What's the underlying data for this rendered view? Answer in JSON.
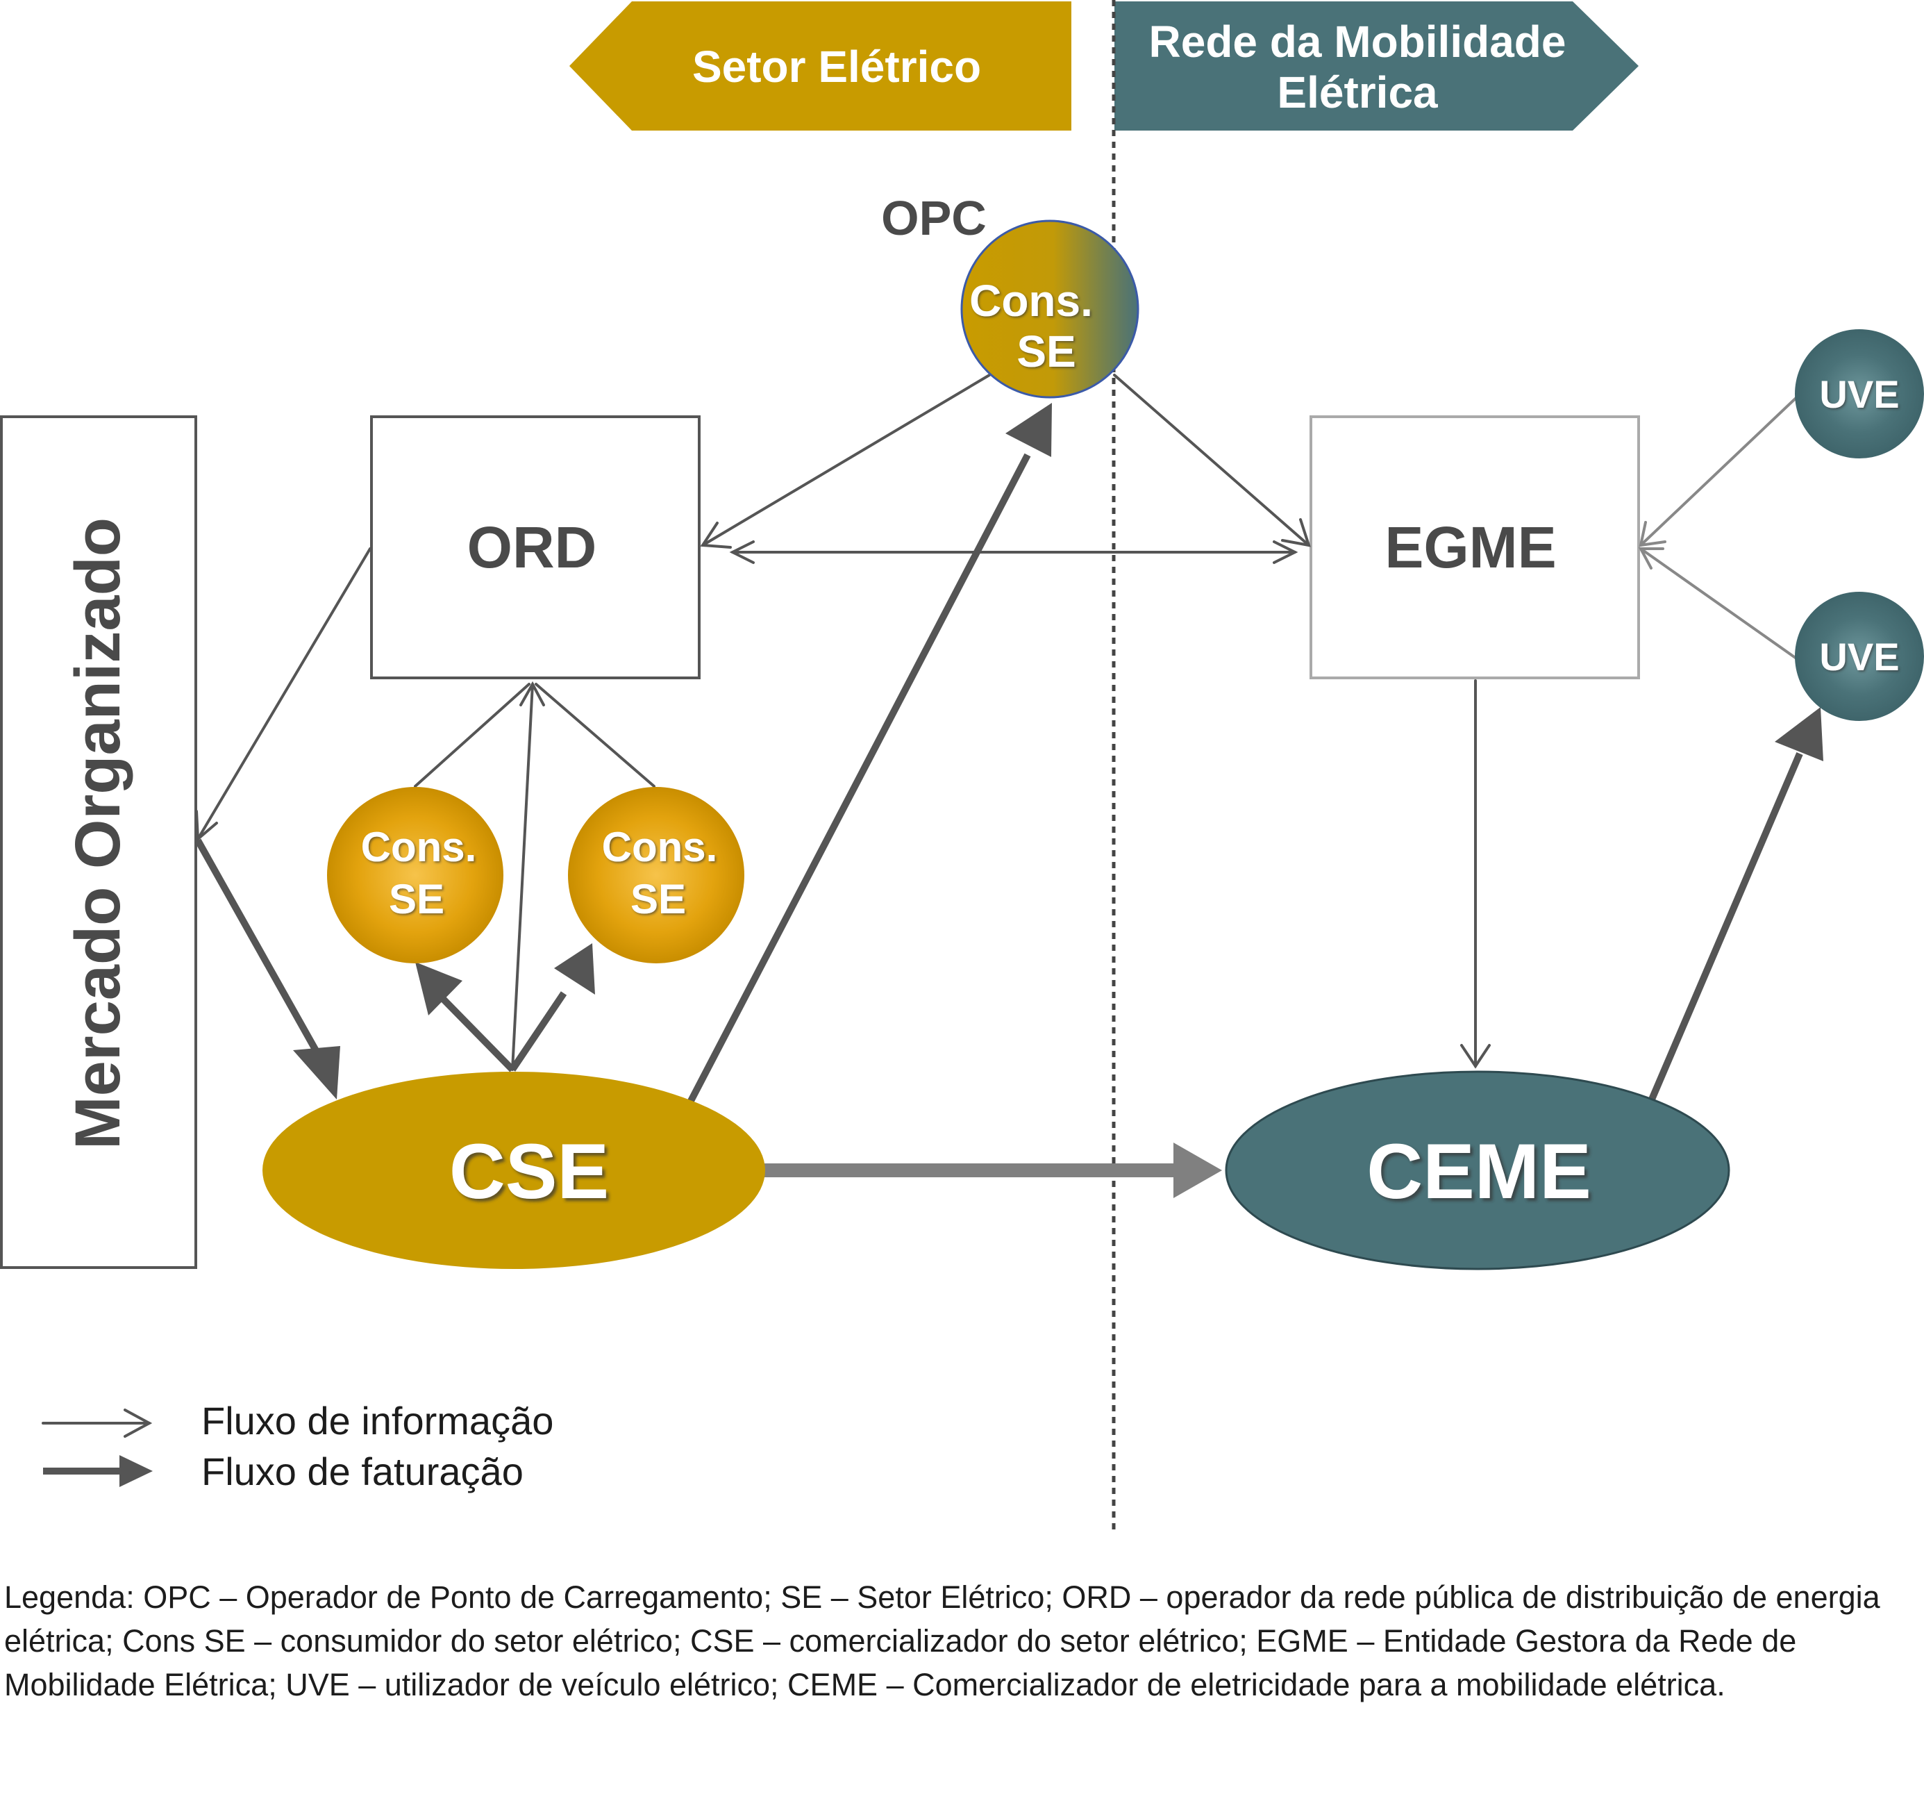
{
  "colors": {
    "gold": "#C89B00",
    "teal": "#4A7278",
    "grey_arrow": "#808080",
    "dark_arrow": "#555555",
    "text_dark": "#4a4a4a"
  },
  "header": {
    "left_label": "Setor Elétrico",
    "right_label_line1": "Rede da Mobilidade",
    "right_label_line2": "Elétrica"
  },
  "nodes": {
    "opc_label": "OPC",
    "opc_cons_line1": "Cons.",
    "opc_cons_line2": "SE",
    "ord": "ORD",
    "egme": "EGME",
    "mercado": "Mercado Organizado",
    "cons_left_line1": "Cons.",
    "cons_left_line2": "SE",
    "cons_right_line1": "Cons.",
    "cons_right_line2": "SE",
    "cse": "CSE",
    "ceme": "CEME",
    "uve_top": "UVE",
    "uve_bottom": "UVE"
  },
  "key": {
    "info": "Fluxo de informação",
    "billing": "Fluxo de faturação"
  },
  "legend": "Legenda: OPC – Operador de Ponto de Carregamento; SE – Setor Elétrico; ORD – operador da rede pública de distribuição de energia elétrica; Cons SE – consumidor do setor elétrico; CSE – comercializador do setor elétrico; EGME – Entidade Gestora da Rede de Mobilidade Elétrica; UVE – utilizador de veículo elétrico; CEME – Comercializador de eletricidade para a mobilidade elétrica."
}
